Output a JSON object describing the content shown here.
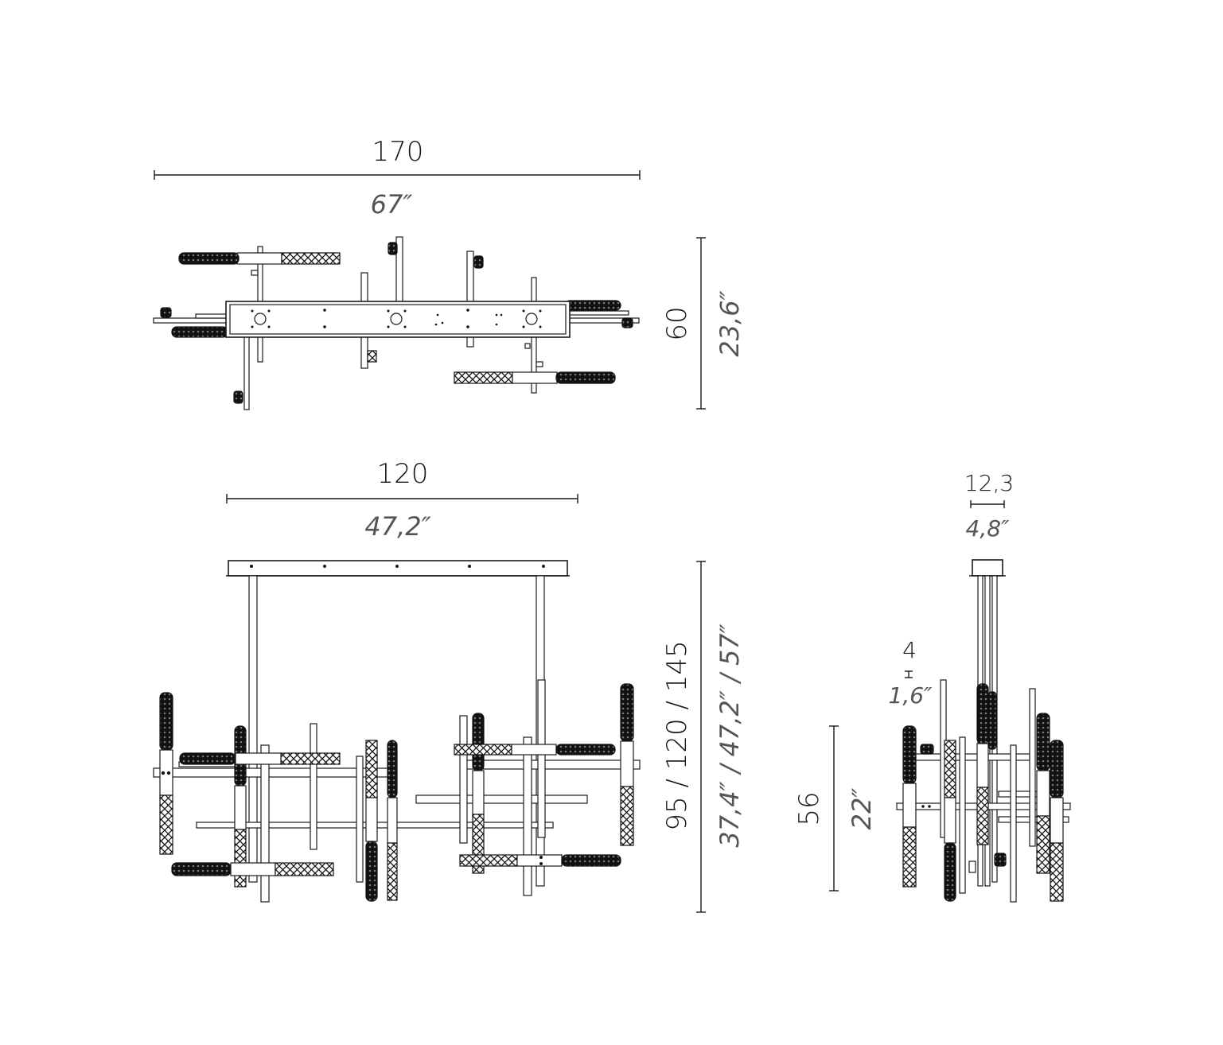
{
  "top_view": {
    "width_cm": "170",
    "width_in": "67″",
    "depth_cm": "60",
    "depth_in": "23,6″"
  },
  "front_view": {
    "width_cm": "120",
    "width_in": "47,2″",
    "height_cm": "95 / 120 / 145",
    "height_in": "37,4″ / 47,2″ / 57″"
  },
  "side_view": {
    "canopy_cm": "12,3",
    "canopy_in": "4,8″",
    "tube_cm": "4",
    "tube_in": "1,6″",
    "body_cm": "56",
    "body_in": "22″"
  }
}
